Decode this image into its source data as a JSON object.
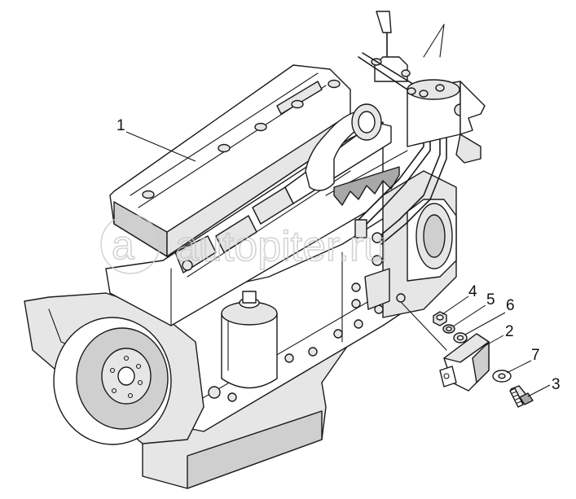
{
  "diagram": {
    "callouts": [
      {
        "id": "1",
        "label": "1"
      },
      {
        "id": "2",
        "label": "2"
      },
      {
        "id": "3",
        "label": "3"
      },
      {
        "id": "4",
        "label": "4"
      },
      {
        "id": "5",
        "label": "5"
      },
      {
        "id": "6",
        "label": "6"
      },
      {
        "id": "7",
        "label": "7"
      }
    ],
    "watermark": "autopiter.ru"
  }
}
